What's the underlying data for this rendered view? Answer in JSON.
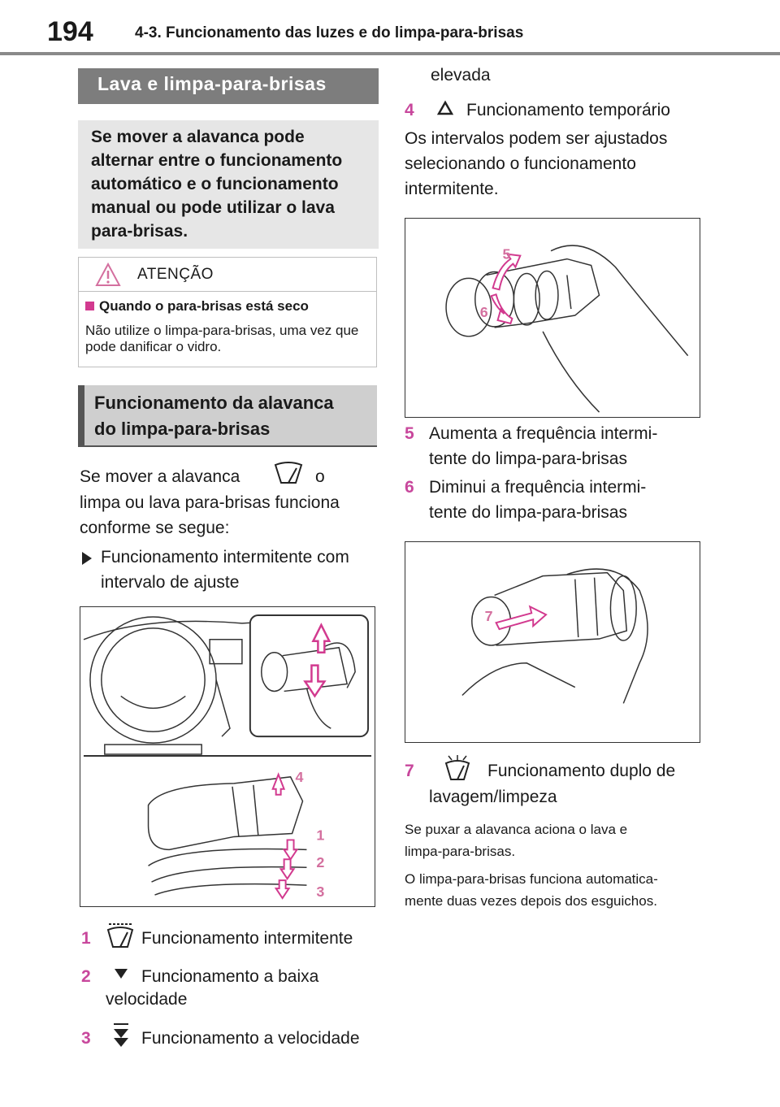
{
  "header": {
    "page_number": "194",
    "chapter_title": "4-3. Funcionamento das luzes e do limpa-para-brisas"
  },
  "section1": {
    "title": "Lava e limpa-para-brisas",
    "summary": "Se mover a alavanca pode alternar entre o funcionamento automático e o funcionamento manual ou pode utilizar o lava para-brisas."
  },
  "warning": {
    "title": "ATENÇÃO",
    "subtitle": "Quando o para-brisas está seco",
    "text": "Não utilize o limpa-para-brisas, uma vez que pode danificar o vidro."
  },
  "section2": {
    "title_line1": "Funcionamento da alavanca",
    "title_line2": "do limpa-para-brisas",
    "intro_a": "Se mover a alavanca",
    "intro_b": "o",
    "intro_line2": "limpa ou lava para-brisas funciona",
    "intro_line3": "conforme se segue:",
    "bullet_line1": "Funcionamento intermitente com",
    "bullet_line2": "intervalo de ajuste"
  },
  "figure1": {
    "labels": [
      "4",
      "1",
      "2",
      "3"
    ]
  },
  "items": {
    "i1": {
      "num": "1",
      "text": "Funcionamento intermitente"
    },
    "i2": {
      "num": "2",
      "text": "Funcionamento a baixa",
      "text2": "velocidade"
    },
    "i3": {
      "num": "3",
      "text": "Funcionamento a velocidade",
      "text2": "elevada"
    },
    "i4": {
      "num": "4",
      "text": "Funcionamento temporário"
    },
    "i5": {
      "num": "5",
      "text": "Aumenta a frequência intermi-",
      "text2": "tente do limpa-para-brisas"
    },
    "i6": {
      "num": "6",
      "text": "Diminui a frequência intermi-",
      "text2": "tente do limpa-para-brisas"
    },
    "i7": {
      "num": "7",
      "text": "Funcionamento duplo de",
      "text2": "lavagem/limpeza"
    }
  },
  "interval_text": {
    "l1": "Os intervalos podem ser ajustados",
    "l2": "selecionando o funcionamento",
    "l3": "intermitente."
  },
  "figure2": {
    "labels": [
      "5",
      "6"
    ]
  },
  "figure3": {
    "labels": [
      "7"
    ]
  },
  "notes": {
    "n1_l1": "Se puxar a alavanca aciona o lava e",
    "n1_l2": "limpa-para-brisas.",
    "n2_l1": "O limpa-para-brisas funciona automatica-",
    "n2_l2": "mente duas vezes depois dos esguichos."
  },
  "colors": {
    "accent": "#c8479c",
    "label_pink": "#d4709f",
    "header_gray": "#7d7d7d"
  }
}
